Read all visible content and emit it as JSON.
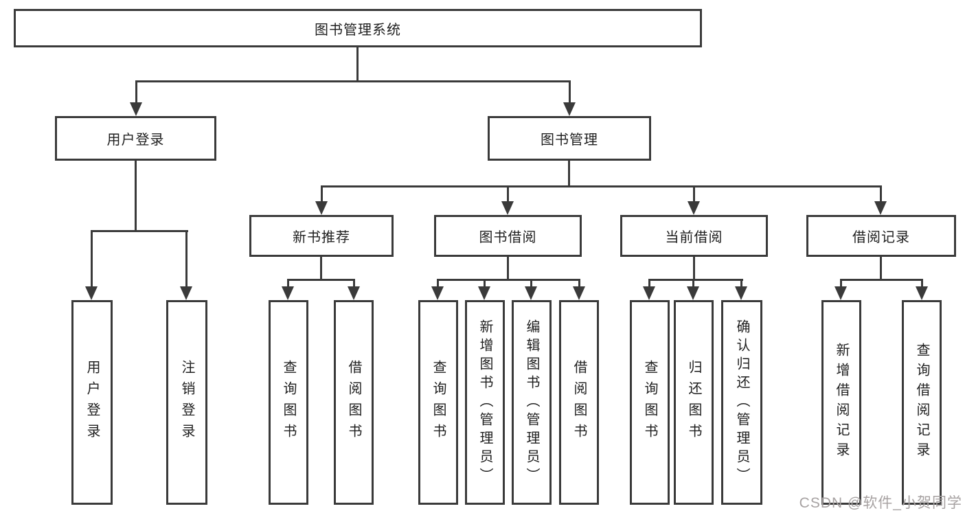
{
  "diagram": {
    "type": "hierarchy-functional-structure",
    "colors": {
      "background": "#ffffff",
      "line": "#3a3a3a",
      "box_border": "#3a3a3a",
      "text": "#1f1f1f",
      "watermark": "#a7a2a2"
    },
    "tree": {
      "label": "图书管理系统",
      "children": [
        {
          "label": "用户登录",
          "leaves": [
            "用户登录",
            "注销登录"
          ]
        },
        {
          "label": "图书管理",
          "children": [
            {
              "label": "新书推荐",
              "leaves": [
                "查询图书",
                "借阅图书"
              ]
            },
            {
              "label": "图书借阅",
              "leaves": [
                "查询图书",
                "新增图书（管理员）",
                "编辑图书（管理员）",
                "借阅图书"
              ]
            },
            {
              "label": "当前借阅",
              "leaves": [
                "查询图书",
                "归还图书",
                "确认归还（管理员）"
              ]
            },
            {
              "label": "借阅记录",
              "leaves": [
                "新增借阅记录",
                "查询借阅记录"
              ]
            }
          ]
        }
      ]
    },
    "watermark": {
      "text": "CSDN @软件_小贺同学"
    }
  }
}
